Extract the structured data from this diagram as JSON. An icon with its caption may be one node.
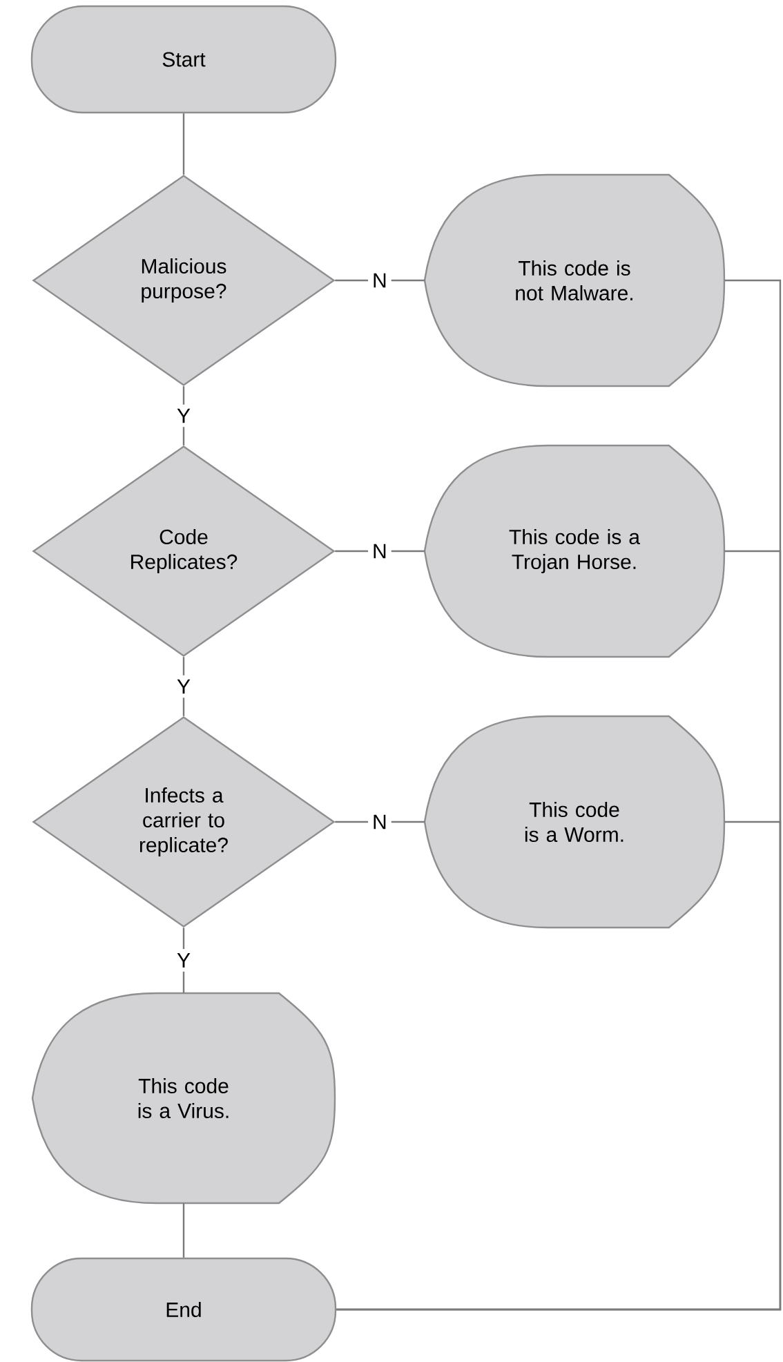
{
  "diagram": {
    "nodes": [
      {
        "text": [
          "Start"
        ]
      },
      {
        "text": [
          "Malicious purpose?"
        ]
      },
      {
        "text": [
          "This code is not Malware."
        ]
      },
      {
        "text": [
          "Code Replicates?"
        ]
      },
      {
        "text": [
          "This code is a Trojan Horse."
        ]
      },
      {
        "text": [
          "Infects a carrier to replicate?"
        ]
      },
      {
        "text": [
          "This code is a Worm."
        ]
      },
      {
        "text": [
          "This code is a Virus."
        ]
      },
      {
        "text": [
          "End"
        ]
      }
    ],
    "edges": [
      {
        "from": 0,
        "to": 1,
        "arrow": "none"
      },
      {
        "from": 1,
        "to": 2,
        "arrow": "none",
        "label": "N"
      },
      {
        "from": 1,
        "to": 3,
        "arrow": "none",
        "label": "Y"
      },
      {
        "from": 3,
        "to": 4,
        "arrow": "none",
        "label": "N"
      },
      {
        "from": 3,
        "to": 5,
        "arrow": "none",
        "label": "Y"
      },
      {
        "from": 5,
        "to": 6,
        "arrow": "none",
        "label": "N"
      },
      {
        "from": 5,
        "to": 7,
        "arrow": "none",
        "label": "Y"
      },
      {
        "from": 7,
        "to": 8,
        "arrow": "none"
      },
      {
        "from": 2,
        "to": 8,
        "arrow": "none"
      },
      {
        "from": 4,
        "to": 8,
        "arrow": "none"
      },
      {
        "from": 6,
        "to": 8,
        "arrow": "none"
      }
    ]
  }
}
